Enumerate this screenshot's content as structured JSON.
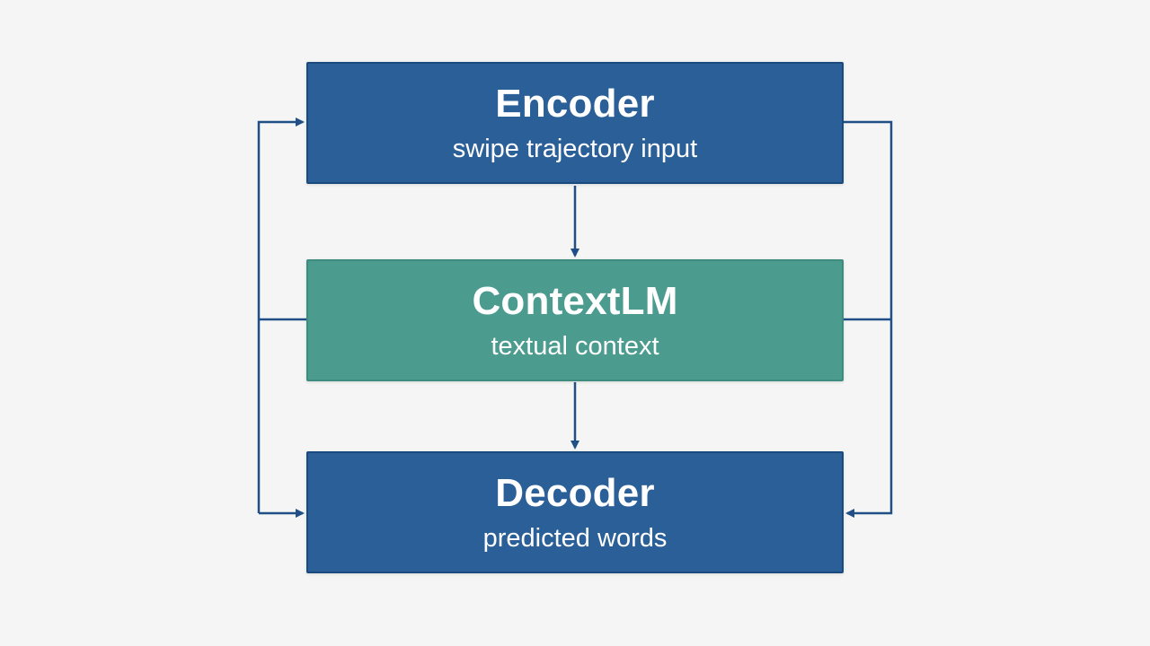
{
  "colors": {
    "blue_block": "#2a5f98",
    "teal_block": "#4b9c8f",
    "connector": "#1f4f85",
    "background": "#f4f5f4"
  },
  "blocks": {
    "encoder": {
      "title": "Encoder",
      "subtitle": "swipe trajectory input"
    },
    "contextlm": {
      "title": "ContextLM",
      "subtitle": "textual context"
    },
    "decoder": {
      "title": "Decoder",
      "subtitle": "predicted words"
    }
  }
}
